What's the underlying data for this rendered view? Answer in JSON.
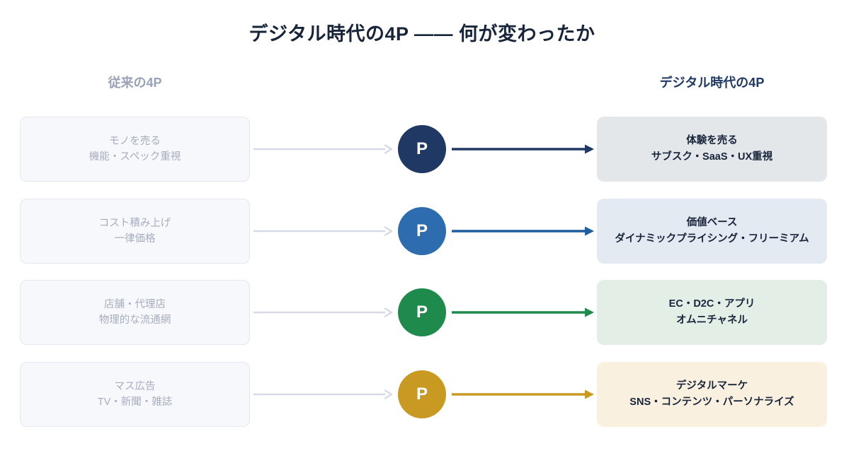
{
  "title": "デジタル時代の4P —— 何が変わったか",
  "columns": {
    "left_header": "従来の4P",
    "right_header": "デジタル時代の4P"
  },
  "palette": {
    "title_color": "#18243a",
    "left_header_color": "#9aa2b8",
    "right_header_color": "#1f3864",
    "old_card_bg": "#f7f8fb",
    "old_card_border": "#e3e7ef",
    "old_card_text": "#a6adbd",
    "left_arrow_color": "#d6dae6",
    "new_card_text": "#18243a"
  },
  "rows": [
    {
      "node_label": "P",
      "node_color": "#1f3864",
      "arrow_color": "#1f3864",
      "old": {
        "line1": "モノを売る",
        "line2": "機能・スペック重視"
      },
      "new": {
        "line1": "体験を売る",
        "line2": "サブスク・SaaS・UX重視",
        "bg": "#e3e7ea"
      }
    },
    {
      "node_label": "P",
      "node_color": "#2e6cb0",
      "arrow_color": "#1f5fa0",
      "old": {
        "line1": "コスト積み上げ",
        "line2": "一律価格"
      },
      "new": {
        "line1": "価値ベース",
        "line2": "ダイナミックプライシング・フリーミアム",
        "bg": "#e4eaf2"
      }
    },
    {
      "node_label": "P",
      "node_color": "#1e8a4c",
      "arrow_color": "#1e8a4c",
      "old": {
        "line1": "店舗・代理店",
        "line2": "物理的な流通網"
      },
      "new": {
        "line1": "EC・D2C・アプリ",
        "line2": "オムニチャネル",
        "bg": "#e3eee7"
      }
    },
    {
      "node_label": "P",
      "node_color": "#c89a22",
      "arrow_color": "#c89a22",
      "old": {
        "line1": "マス広告",
        "line2": "TV・新聞・雑誌"
      },
      "new": {
        "line1": "デジタルマーケ",
        "line2": "SNS・コンテンツ・パーソナライズ",
        "bg": "#faf0e0"
      }
    }
  ]
}
